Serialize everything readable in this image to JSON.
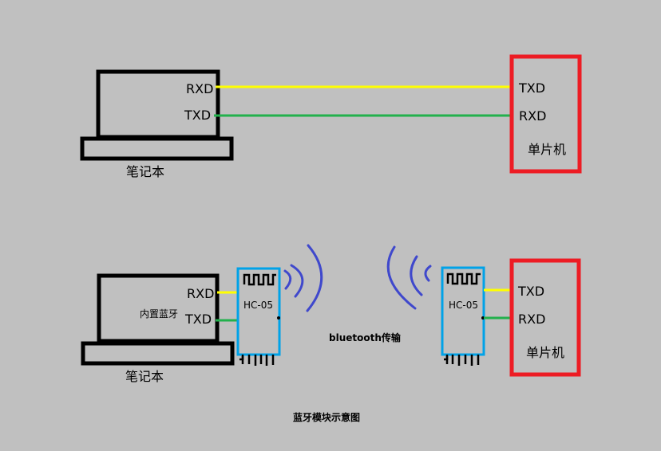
{
  "top": {
    "laptop_label": "笔记本",
    "laptop_pins": [
      "RXD",
      "TXD"
    ],
    "mcu_pins": [
      "TXD",
      "RXD"
    ],
    "mcu_label": "单片机"
  },
  "bottom": {
    "laptop_label": "笔记本",
    "laptop_pins": [
      "RXD",
      "TXD"
    ],
    "builtin_bt_label": "内置蓝牙",
    "left_module_label": "HC-05",
    "right_module_label": "HC-05",
    "link_label": "bluetooth传输",
    "mcu_pins": [
      "TXD",
      "RXD"
    ],
    "mcu_label": "单片机"
  },
  "caption": "蓝牙模块示意图",
  "colors": {
    "background": "#c0c0c0",
    "rx_wire": "#ffff00",
    "tx_wire": "#22b14c",
    "mcu_border": "#ed1c24",
    "module_border": "#00a2e8",
    "wave": "#3f48cc"
  }
}
